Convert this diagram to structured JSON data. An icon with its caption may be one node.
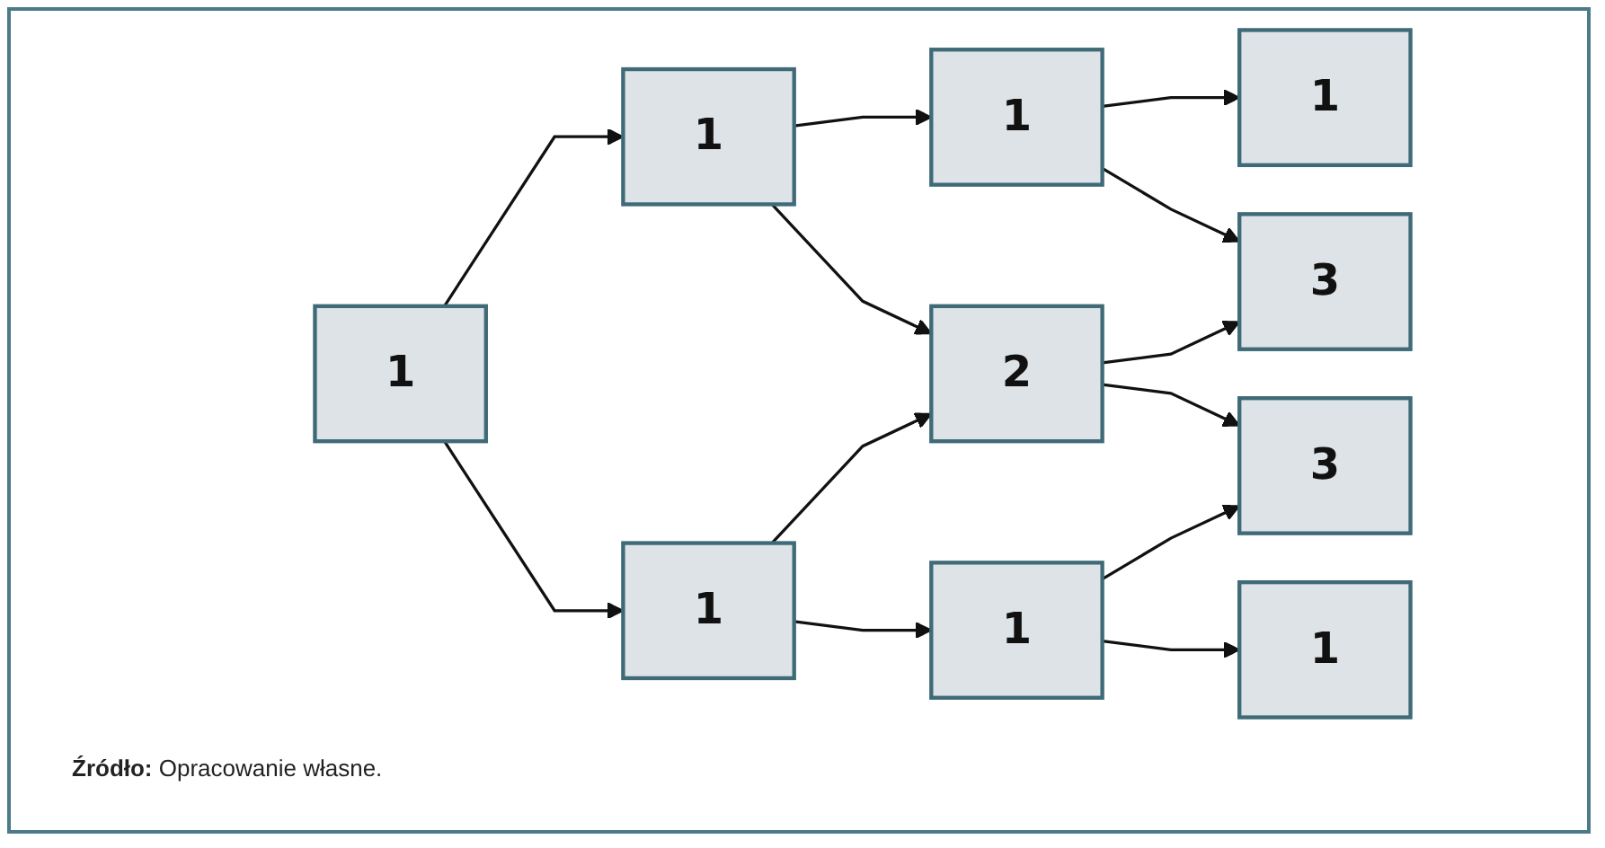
{
  "diagram": {
    "caption": "**Źródło:** Opracowanie własne.",
    "nodes": [
      {
        "text": [
          "1"
        ]
      },
      {
        "text": [
          "1"
        ]
      },
      {
        "text": [
          "1"
        ]
      },
      {
        "text": [
          "1"
        ]
      },
      {
        "text": [
          "2"
        ]
      },
      {
        "text": [
          "1"
        ]
      },
      {
        "text": [
          "1"
        ]
      },
      {
        "text": [
          "3"
        ]
      },
      {
        "text": [
          "3"
        ]
      },
      {
        "text": [
          "1"
        ]
      }
    ],
    "edges": [
      {
        "from": 0,
        "to": 1,
        "arrow": "to"
      },
      {
        "from": 0,
        "to": 2,
        "arrow": "to"
      },
      {
        "from": 1,
        "to": 3,
        "arrow": "to"
      },
      {
        "from": 1,
        "to": 4,
        "arrow": "to"
      },
      {
        "from": 2,
        "to": 4,
        "arrow": "to"
      },
      {
        "from": 2,
        "to": 5,
        "arrow": "to"
      },
      {
        "from": 3,
        "to": 6,
        "arrow": "to"
      },
      {
        "from": 3,
        "to": 7,
        "arrow": "to"
      },
      {
        "from": 4,
        "to": 7,
        "arrow": "to"
      },
      {
        "from": 4,
        "to": 8,
        "arrow": "to"
      },
      {
        "from": 5,
        "to": 8,
        "arrow": "to"
      },
      {
        "from": 5,
        "to": 9,
        "arrow": "to"
      }
    ]
  }
}
